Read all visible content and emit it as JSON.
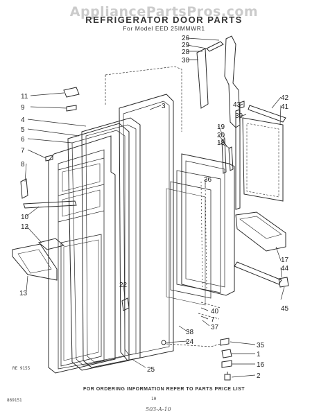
{
  "watermark": "AppliancePartsPros.com",
  "title": "REFRIGERATOR DOOR PARTS",
  "model_line": "For Model EED 25IMMWR1",
  "figure_ref": "RE 9155",
  "footer_text": "FOR ORDERING INFORMATION REFER TO PARTS PRICE LIST",
  "corner_code": "869151",
  "page_number": "10",
  "handwritten_note": "503-A-10",
  "callouts": [
    "26",
    "29",
    "28",
    "30",
    "11",
    "9",
    "3",
    "4",
    "5",
    "6",
    "7",
    "8",
    "10",
    "12",
    "13",
    "42",
    "41",
    "43",
    "39",
    "19",
    "20",
    "18",
    "36",
    "17",
    "44",
    "45",
    "40",
    "7",
    "37",
    "38",
    "24",
    "22",
    "25",
    "35",
    "1",
    "16",
    "2"
  ],
  "colors": {
    "ink": "#2a2a2a",
    "watermark": "#8c8c8c"
  }
}
